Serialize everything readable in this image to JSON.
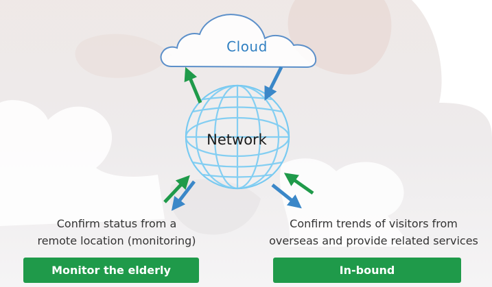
{
  "diagram": {
    "cloud_label": "Cloud",
    "network_label": "Network",
    "left": {
      "caption_line1": "Confirm status from a",
      "caption_line2": "remote location (monitoring)",
      "button": "Monitor the elderly"
    },
    "right": {
      "caption_line1": "Confirm trends of visitors from",
      "caption_line2": "overseas and provide related services",
      "button": "In-bound"
    }
  },
  "colors": {
    "green": "#1f9a4a",
    "blue": "#3a87c8",
    "cloud_stroke": "#5b8fc9",
    "globe": "#6ec6f0"
  }
}
